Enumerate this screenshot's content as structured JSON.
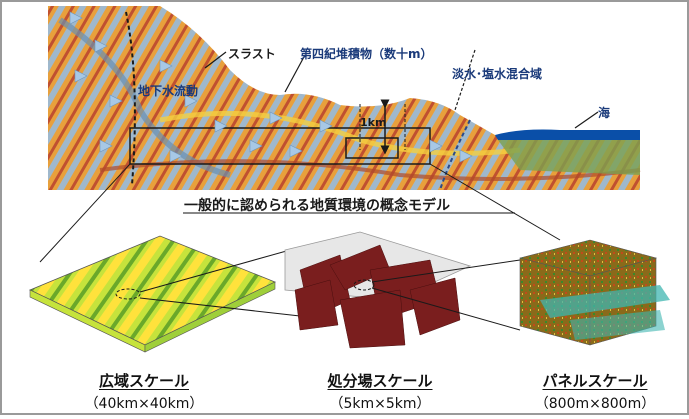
{
  "top_labels": {
    "thrust": "スラスト",
    "quaternary": "第四紀堆積物（数十m）",
    "freshwater": "淡水･塩水混合域",
    "sea": "海",
    "groundwater": "地下水流動",
    "scale_1km": "1km"
  },
  "title": "一般的に認められる地質環境の概念モデル",
  "scales": [
    {
      "name": "広域スケール",
      "size": "（40km×40km）"
    },
    {
      "name": "処分場スケール",
      "size": "（5km×5km）"
    },
    {
      "name": "パネルスケール",
      "size": "（800m×800m）"
    }
  ],
  "colors": {
    "sky": "#ffffff",
    "sea": "#0a4fa8",
    "orange_layer": "#e8a03c",
    "blue_layer": "#9fb8cc",
    "green_layer": "#8fbf3a",
    "yellow_layer": "#f0d23c",
    "dark_red_block": "#7a1e1e",
    "teal_plane": "#3fb6b0"
  }
}
